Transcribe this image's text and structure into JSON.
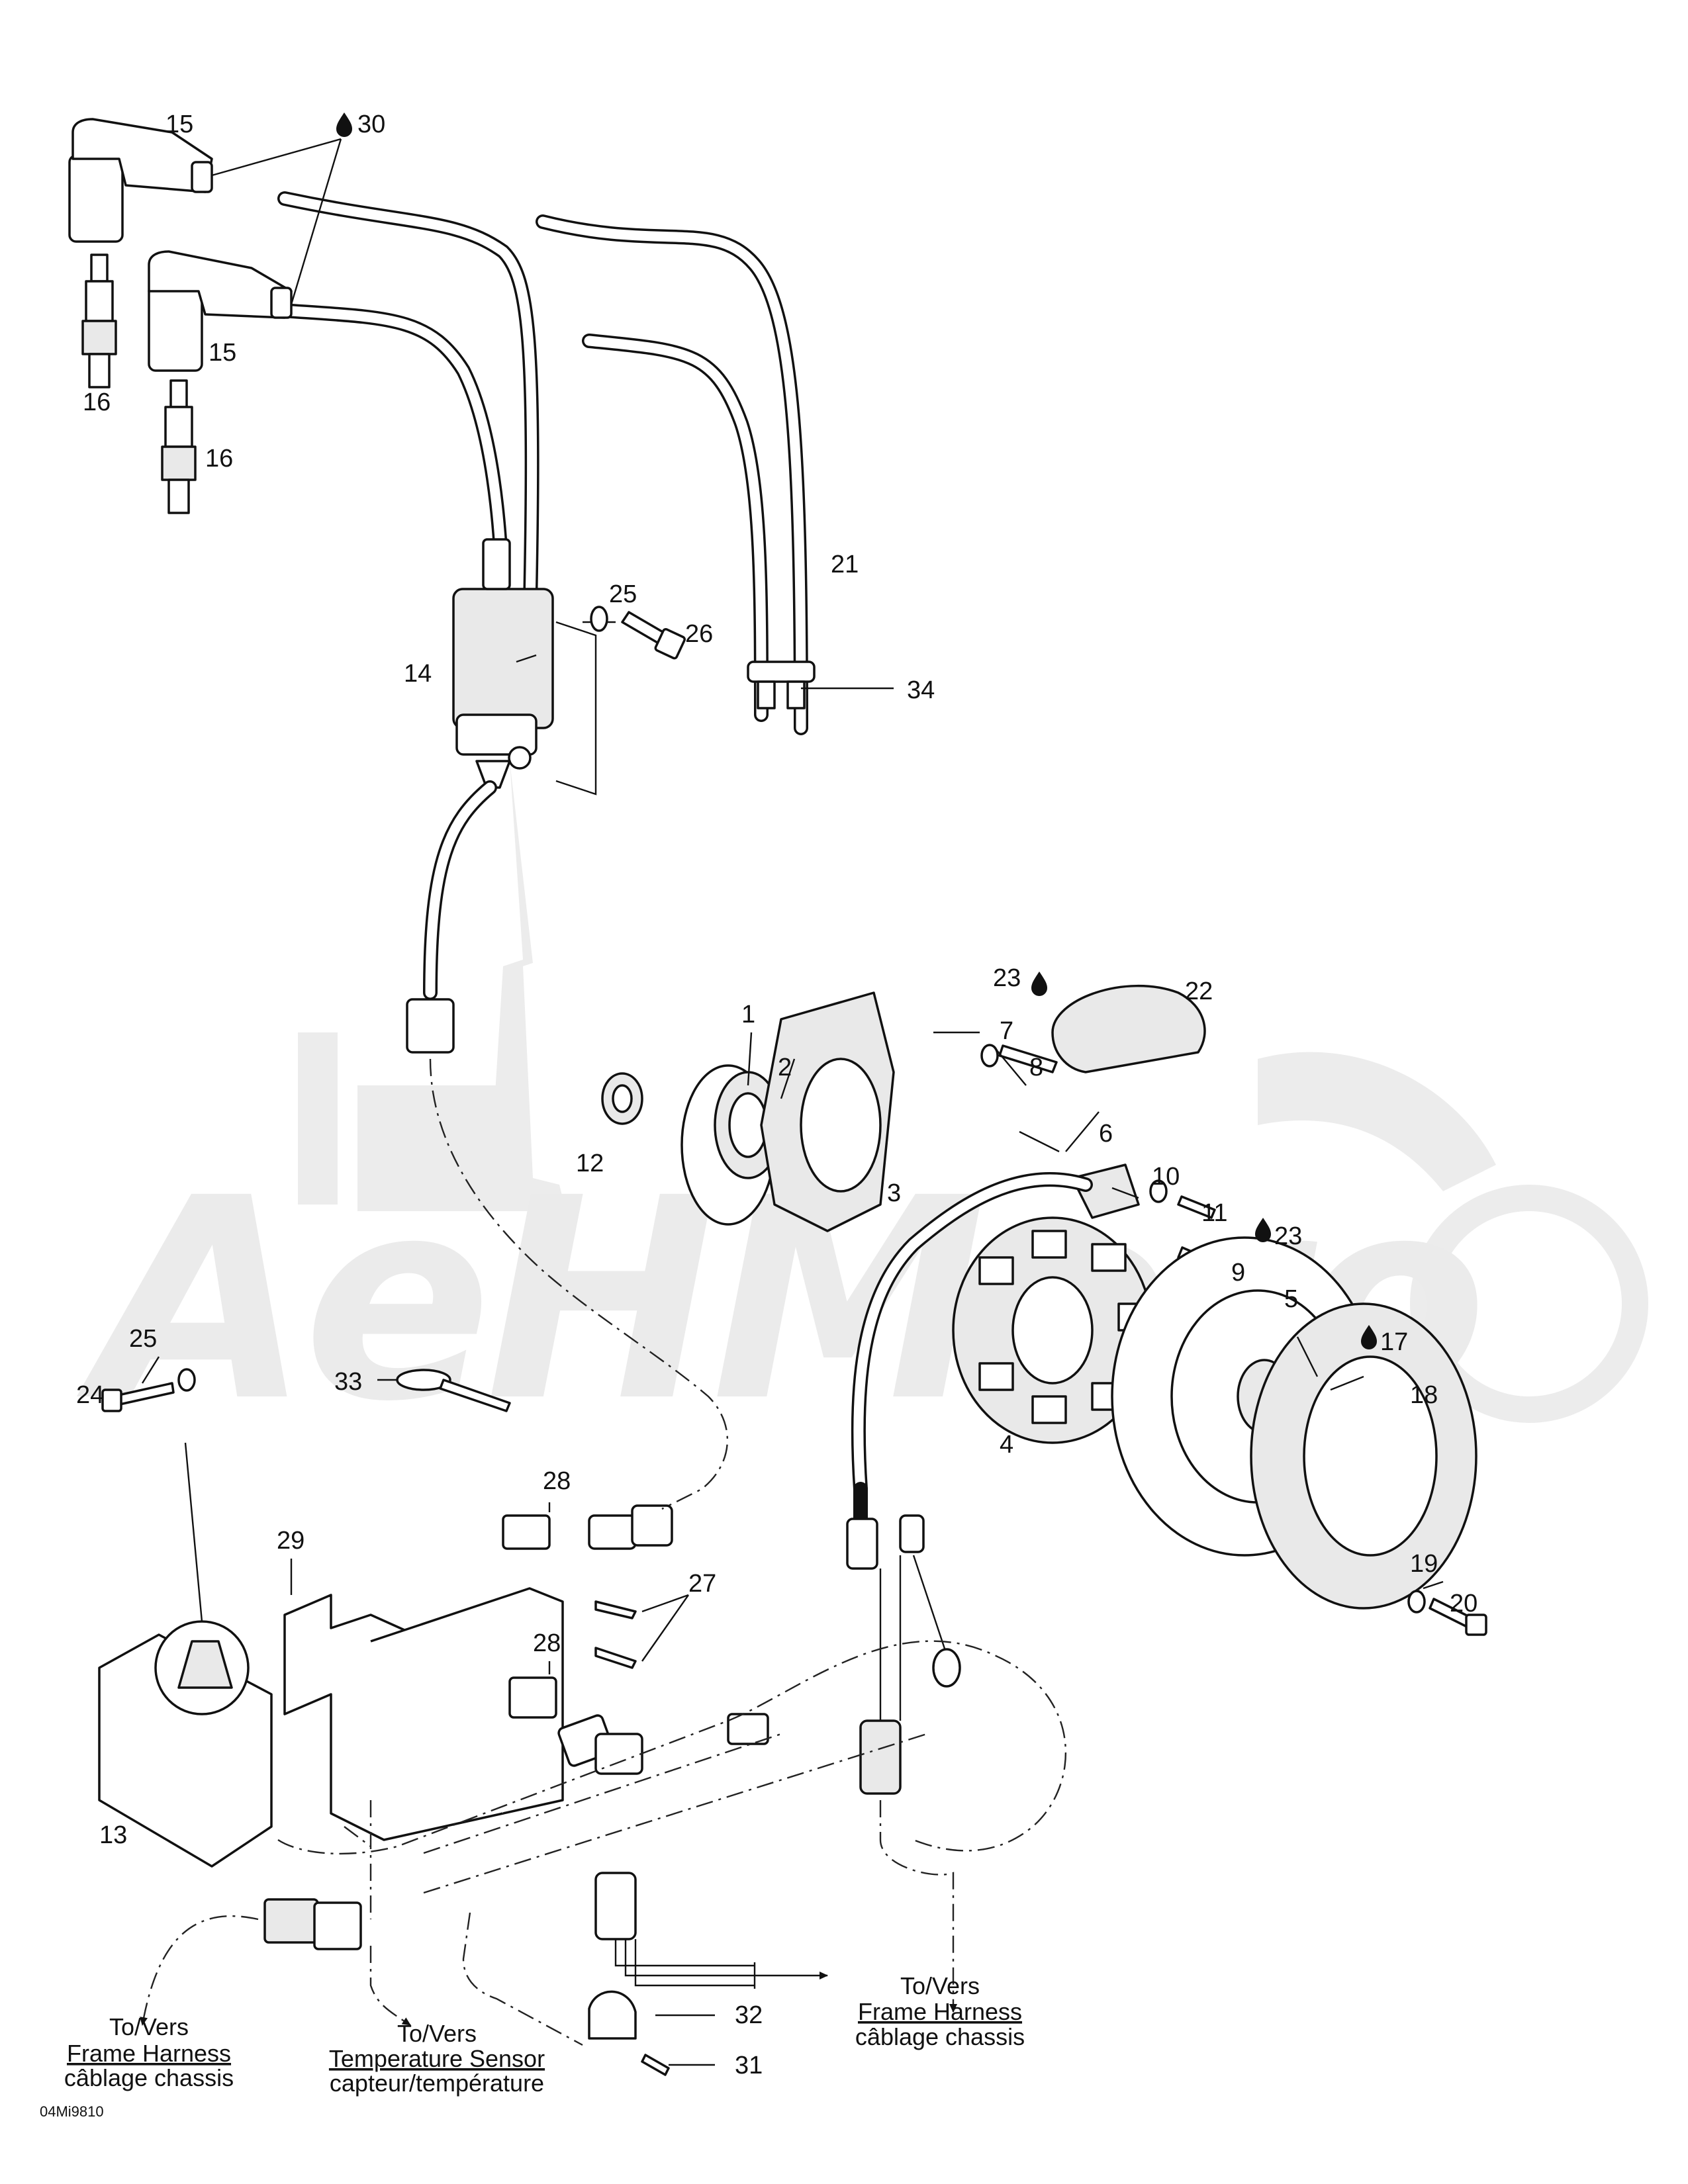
{
  "diagram": {
    "watermark": "AeHMoro",
    "drawing_code": "04Mi9810",
    "callouts": {
      "c1": "1",
      "c2": "2",
      "c3": "3",
      "c4": "4",
      "c5": "5",
      "c6": "6",
      "c7": "7",
      "c8": "8",
      "c9": "9",
      "c10": "10",
      "c11": "11",
      "c12": "12",
      "c13": "13",
      "c14": "14",
      "c15a": "15",
      "c15b": "15",
      "c16a": "16",
      "c16b": "16",
      "c17": "17",
      "c18": "18",
      "c19": "19",
      "c20": "20",
      "c21": "21",
      "c22": "22",
      "c23a": "23",
      "c23b": "23",
      "c24": "24",
      "c25a": "25",
      "c25b": "25",
      "c26": "26",
      "c27": "27",
      "c28a": "28",
      "c28b": "28",
      "c29": "29",
      "c30": "30",
      "c31": "31",
      "c32": "32",
      "c33": "33",
      "c34": "34"
    },
    "destinations": {
      "frame_left": {
        "line1": "To/Vers",
        "line2": "Frame Harness",
        "line3": "câblage chassis"
      },
      "temp_sensor": {
        "line1": "To/Vers",
        "line2": "Temperature Sensor",
        "line3": "capteur/température"
      },
      "frame_right": {
        "line1": "To/Vers",
        "line2": "Frame Harness",
        "line3": "câblage chassis"
      }
    }
  }
}
